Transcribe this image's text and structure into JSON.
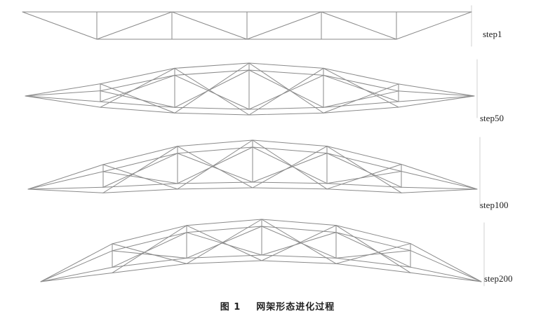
{
  "figure": {
    "caption_number": "图 1",
    "caption_text": "网架形态进化过程",
    "panels": [
      {
        "label": "step1"
      },
      {
        "label": "step50"
      },
      {
        "label": "step100"
      },
      {
        "label": "step200"
      }
    ]
  },
  "colors": {
    "member_stroke": "#8a8a8a",
    "frame_stroke": "#d2d2d2"
  }
}
